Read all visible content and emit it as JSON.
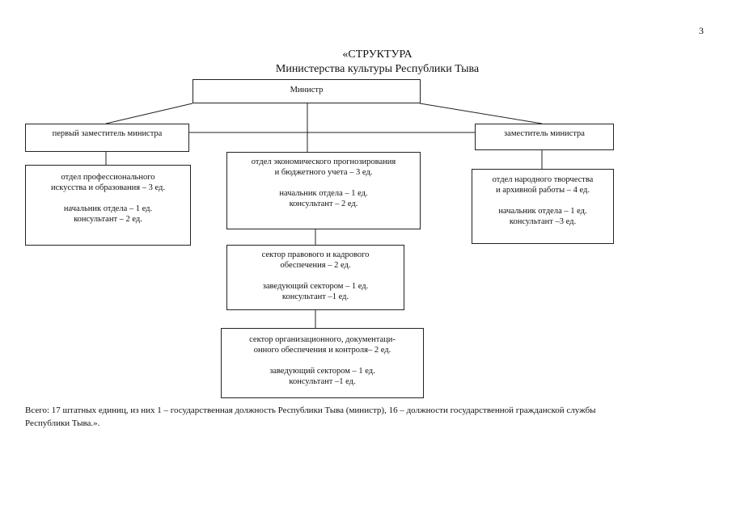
{
  "page_number": "3",
  "title": {
    "line1": "«СТРУКТУРА",
    "line2": "Министерства культуры Республики Тыва"
  },
  "nodes": {
    "minister": {
      "label": "Министр"
    },
    "first_deputy": {
      "label": "первый заместитель министра"
    },
    "deputy": {
      "label": "заместитель министра"
    },
    "dept_professional_art": {
      "lines": [
        "отдел профессионального",
        "искусства и образования – 3 ед."
      ],
      "staff": [
        "начальник отдела – 1 ед.",
        "консультант – 2 ед."
      ]
    },
    "dept_economic": {
      "lines": [
        "отдел экономического прогнозирования",
        "и бюджетного учета – 3 ед."
      ],
      "staff": [
        "начальник отдела – 1 ед.",
        "консультант – 2 ед."
      ]
    },
    "dept_folk_art": {
      "lines": [
        "отдел народного творчества",
        "и архивной работы – 4 ед."
      ],
      "staff": [
        "начальник отдела – 1 ед.",
        "консультант –3 ед."
      ]
    },
    "sector_legal": {
      "lines": [
        "сектор правового и кадрового",
        "обеспечения – 2 ед."
      ],
      "staff": [
        "заведующий сектором – 1 ед.",
        "консультант –1 ед."
      ]
    },
    "sector_org": {
      "lines": [
        "сектор организационного, документаци-",
        "онного обеспечения и контроля– 2 ед."
      ],
      "staff": [
        "заведующий сектором – 1 ед.",
        "консультант –1 ед."
      ]
    }
  },
  "footer": {
    "line1": "Всего: 17 штатных единиц, из них 1 – государственная должность Республики Тыва (министр), 16 – должности государственной гражданской службы",
    "line2": "Республики Тыва.»."
  }
}
